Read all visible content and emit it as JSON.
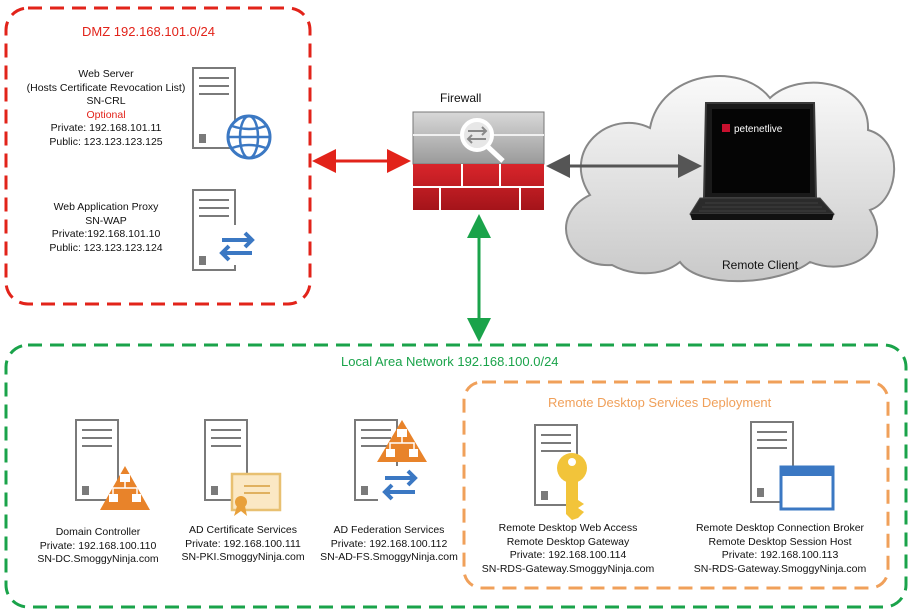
{
  "dmz": {
    "title": "DMZ 192.168.101.0/24",
    "web_server": {
      "name": "Web Server",
      "role": "(Hosts Certificate Revocation List)",
      "hostname": "SN-CRL",
      "note": "Optional",
      "private": "Private: 192.168.101.11",
      "public": "Public: 123.123.123.125"
    },
    "wap": {
      "name": "Web Application Proxy",
      "hostname": "SN-WAP",
      "private": "Private:192.168.101.10",
      "public": "Public: 123.123.123.124"
    }
  },
  "firewall": {
    "label": "Firewall"
  },
  "remote_client": {
    "label": "Remote Client",
    "screen_brand": "petenetlive"
  },
  "lan": {
    "title": "Local Area Network 192.168.100.0/24",
    "dc": {
      "name": "Domain Controller",
      "private": "Private: 192.168.100.110",
      "fqdn": "SN-DC.SmoggyNinja.com"
    },
    "adcs": {
      "name": "AD Certificate Services",
      "private": "Private: 192.168.100.111",
      "fqdn": "SN-PKI.SmoggyNinja.com"
    },
    "adfs": {
      "name": "AD Federation Services",
      "private": "Private: 192.168.100.112",
      "fqdn": "SN-AD-FS.SmoggyNinja.com"
    }
  },
  "rds": {
    "title": "Remote Desktop Services Deployment",
    "gateway": {
      "name1": "Remote Desktop Web Access",
      "name2": "Remote Desktop Gateway",
      "private": "Private: 192.168.100.114",
      "fqdn": "SN-RDS-Gateway.SmoggyNinja.com"
    },
    "broker": {
      "name1": "Remote Desktop Connection  Broker",
      "name2": "Remote Desktop Session Host",
      "private": "Private: 192.168.100.113",
      "fqdn": "SN-RDS-Gateway.SmoggyNinja.com"
    }
  },
  "colors": {
    "dmz_border": "#e2231a",
    "lan_border": "#1aa34a",
    "rds_border": "#f0a05a",
    "icon_blue": "#3b78c3",
    "icon_orange": "#e8832a"
  }
}
